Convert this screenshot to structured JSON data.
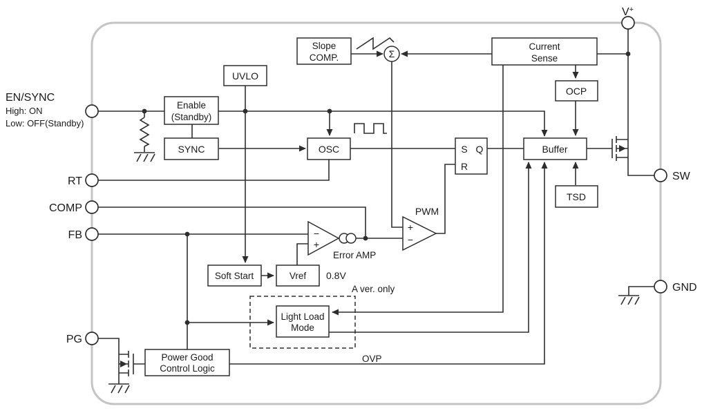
{
  "pins": {
    "en_sync": {
      "label": "EN/SYNC",
      "note_high": "High: ON",
      "note_low": "Low: OFF(Standby)"
    },
    "rt": {
      "label": "RT"
    },
    "comp": {
      "label": "COMP"
    },
    "fb": {
      "label": "FB"
    },
    "pg": {
      "label": "PG"
    },
    "v_plus": {
      "label": "V",
      "sup": "+"
    },
    "sw": {
      "label": "SW"
    },
    "gnd": {
      "label": "GND"
    }
  },
  "blocks": {
    "slope_comp": {
      "line1": "Slope",
      "line2": "COMP."
    },
    "current_sense": {
      "line1": "Current",
      "line2": "Sense"
    },
    "uvlo": {
      "label": "UVLO"
    },
    "ocp": {
      "label": "OCP"
    },
    "enable": {
      "line1": "Enable",
      "line2": "(Standby)"
    },
    "sync": {
      "label": "SYNC"
    },
    "osc": {
      "label": "OSC"
    },
    "latch": {
      "s": "S",
      "q": "Q",
      "r": "R"
    },
    "buffer": {
      "label": "Buffer"
    },
    "tsd": {
      "label": "TSD"
    },
    "soft_start": {
      "label": "Soft Start"
    },
    "vref": {
      "label": "Vref"
    },
    "light_load_mode": {
      "line1": "Light Load",
      "line2": "Mode"
    },
    "power_good": {
      "line1": "Power Good",
      "line2": "Control Logic"
    }
  },
  "annotations": {
    "pwm": "PWM",
    "error_amp": "Error AMP",
    "vref_value": "0.8V",
    "a_ver_only": "A ver. only",
    "ovp": "OVP",
    "sigma": "Σ",
    "ea_minus": "−",
    "ea_plus": "+",
    "pwm_plus": "+",
    "pwm_minus": "−"
  },
  "colors": {
    "wire": "#2e2e2e",
    "boundary": "#c4c4c4",
    "box_fill": "#ffffff",
    "text": "#1a1a1a",
    "background": "#ffffff"
  }
}
